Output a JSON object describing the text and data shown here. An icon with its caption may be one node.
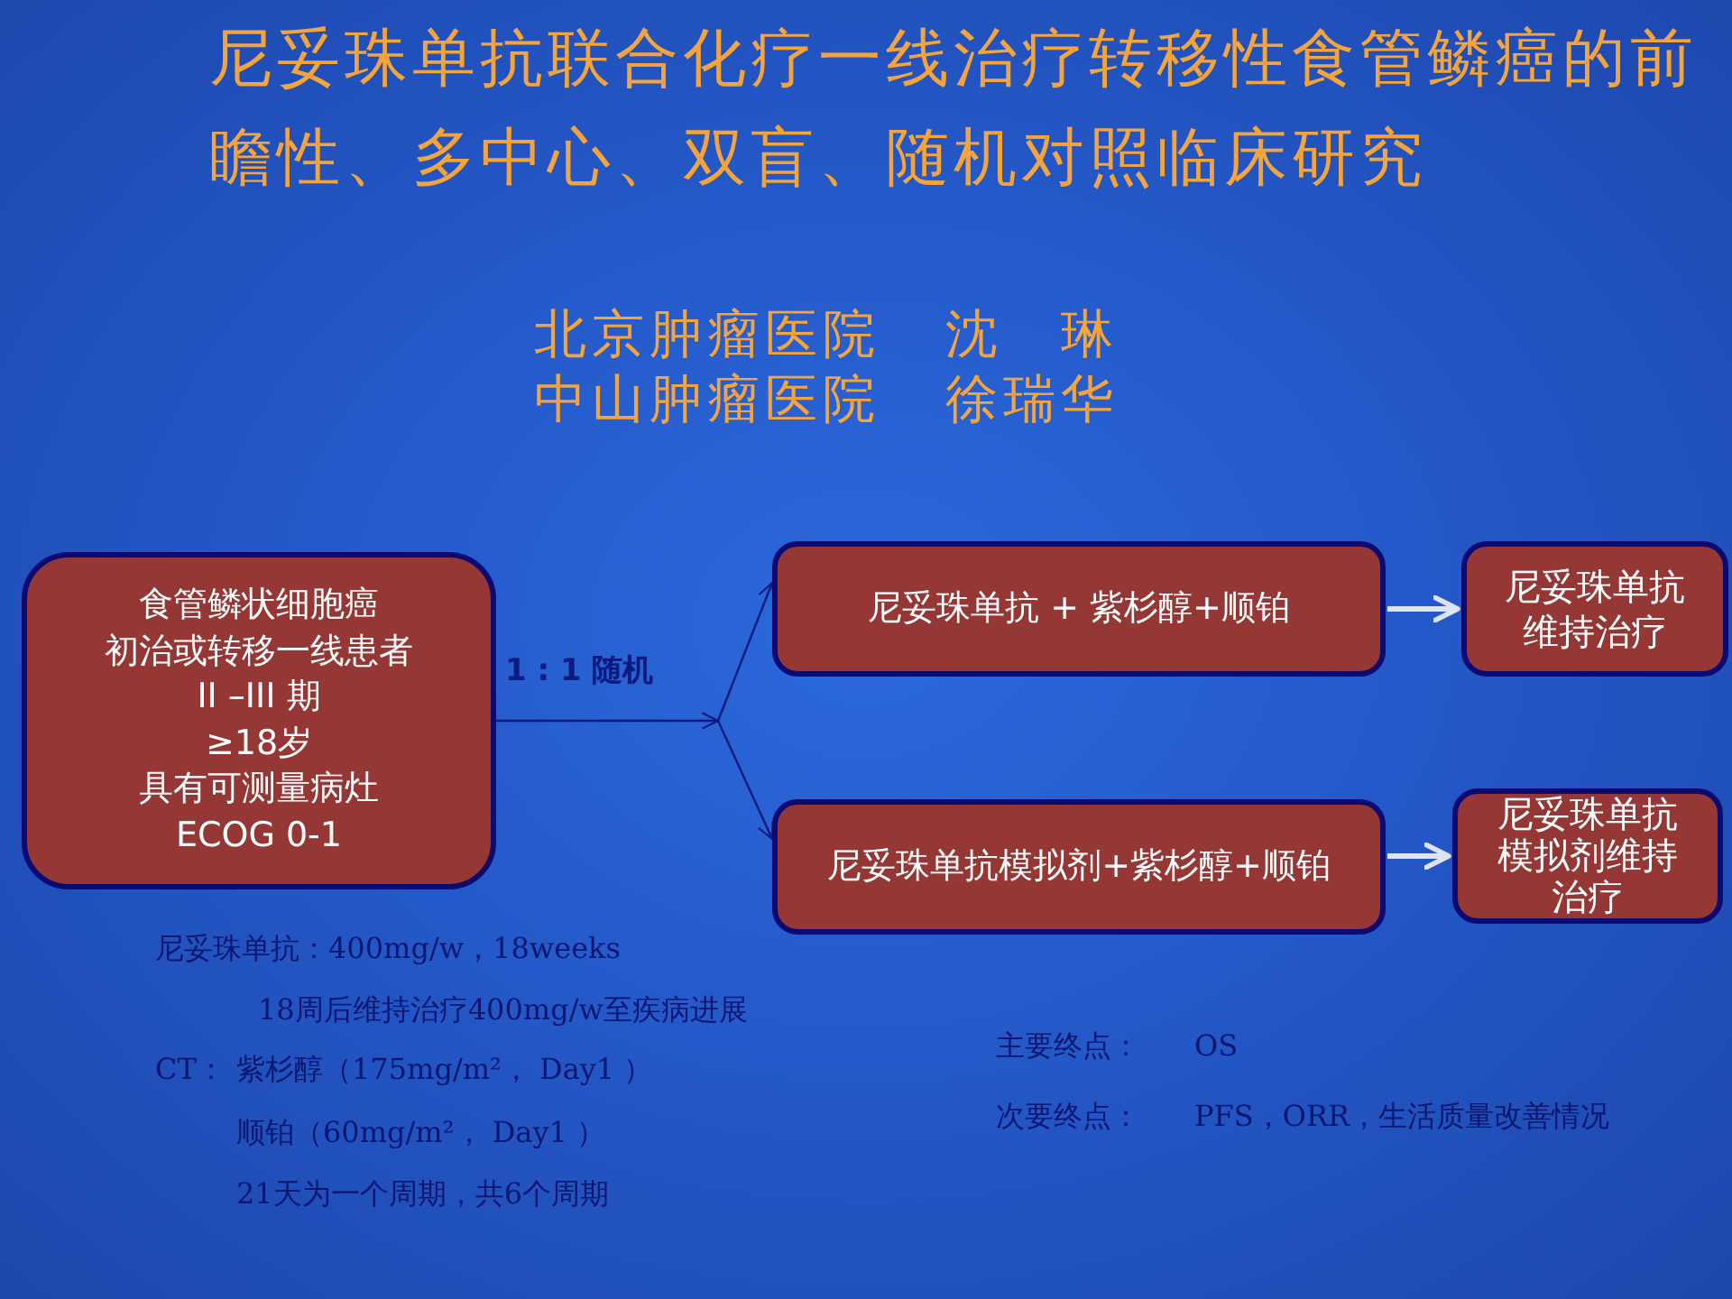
{
  "diagram": {
    "title": "尼妥珠单抗联合化疗一线治疗转移性食管鳞癌的前瞻性、多中心、双盲、随机对照临床研究",
    "nodes": [
      {
        "text": [
          "食管鳞状细胞癌",
          "初治或转移一线患者",
          "II –III 期",
          "≥18岁",
          "具有可测量病灶",
          "ECOG 0-1"
        ]
      },
      {
        "text": [
          "尼妥珠单抗 + 紫杉醇+顺铂"
        ]
      },
      {
        "text": [
          "尼妥珠单抗维持治疗"
        ]
      },
      {
        "text": [
          "尼妥珠单抗模拟剂+紫杉醇+顺铂"
        ]
      },
      {
        "text": [
          "尼妥珠单抗模拟剂维持治疗"
        ]
      }
    ],
    "edges": [
      {
        "from": 0,
        "to": 1,
        "arrow": "to",
        "label": "1 : 1 随机"
      },
      {
        "from": 0,
        "to": 3,
        "arrow": "to"
      },
      {
        "from": 1,
        "to": 2,
        "arrow": "to",
        "style": "thick",
        "color": "#dfe2f0"
      },
      {
        "from": 3,
        "to": 4,
        "arrow": "to",
        "style": "thick",
        "color": "#dfe2f0"
      }
    ],
    "labels": [
      "北京肿瘤医院",
      "沈 琳",
      "中山肿瘤医院",
      "徐瑞华",
      "尼妥珠单抗：400mg/w，18weeks",
      "18周后维持治疗400mg/w至疾病进展",
      "CT：",
      "紫杉醇（175mg/m²， Day1 ）",
      "顺铂（60mg/m²， Day1 ）",
      "21天为一个周期，共6个周期",
      "主要终点：",
      "OS",
      "次要终点：",
      "PFS，ORR，生活质量改善情况"
    ]
  }
}
